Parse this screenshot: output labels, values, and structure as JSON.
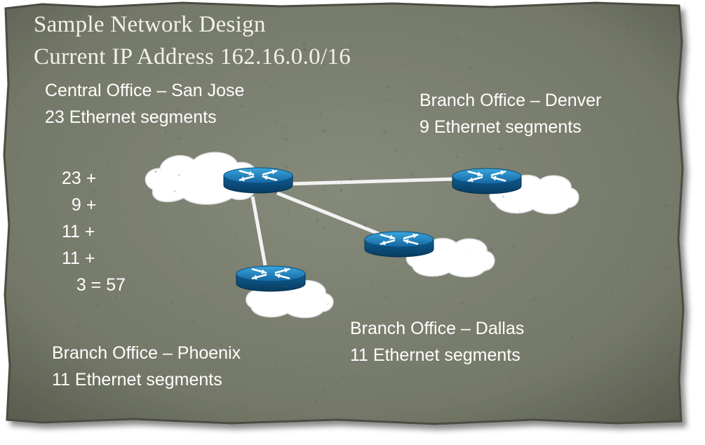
{
  "title": {
    "line1": "Sample Network Design",
    "line2": "Current IP Address 162.16.0.0/16"
  },
  "offices": {
    "san_jose": {
      "name": "Central Office – San Jose",
      "segments": "23 Ethernet segments"
    },
    "denver": {
      "name": "Branch Office – Denver",
      "segments": "9 Ethernet segments"
    },
    "dallas": {
      "name": "Branch Office – Dallas",
      "segments": "11 Ethernet segments"
    },
    "phoenix": {
      "name": "Branch Office – Phoenix",
      "segments": "11 Ethernet segments"
    }
  },
  "sum": {
    "lines": [
      "23 +",
      "  9 +",
      "11 +",
      "11 +",
      "   3 = 57"
    ]
  },
  "colors": {
    "board": "#787c6d",
    "board_edge": "#4e5245",
    "router_top": "#1d7fb8",
    "router_side": "#0a4f7e",
    "link": "#f2f2f2",
    "cloud": "#ffffff"
  },
  "icons": [
    "router-icon",
    "cloud-icon"
  ]
}
